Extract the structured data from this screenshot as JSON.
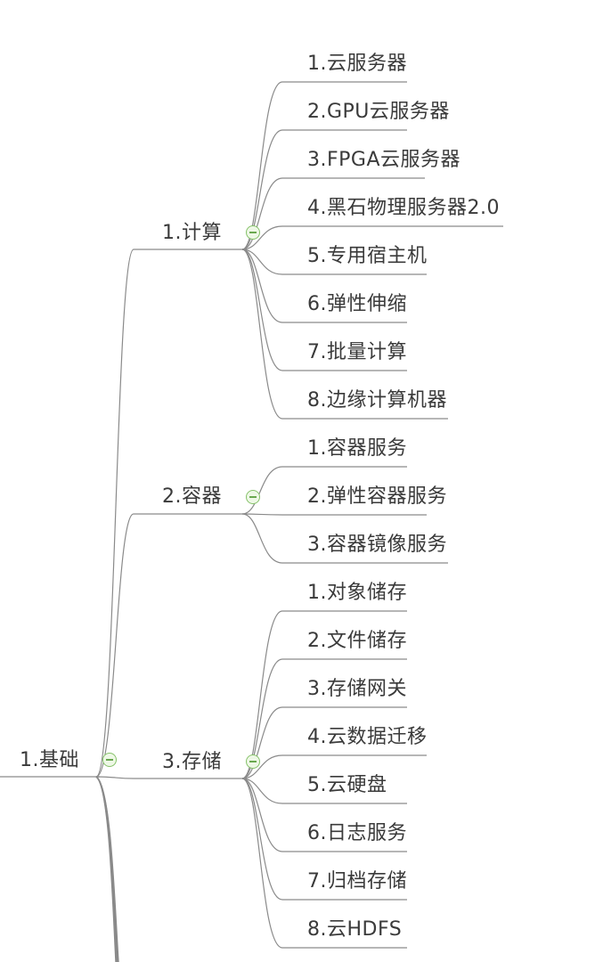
{
  "root": {
    "label": "1.基础"
  },
  "branches": [
    {
      "label": "1.计算",
      "items": [
        "1.云服务器",
        "2.GPU云服务器",
        "3.FPGA云服务器",
        "4.黑石物理服务器2.0",
        "5.专用宿主机",
        "6.弹性伸缩",
        "7.批量计算",
        "8.边缘计算机器"
      ]
    },
    {
      "label": "2.容器",
      "items": [
        "1.容器服务",
        "2.弹性容器服务",
        "3.容器镜像服务"
      ]
    },
    {
      "label": "3.存储",
      "items": [
        "1.对象储存",
        "2.文件储存",
        "3.存储网关",
        "4.云数据迁移",
        "5.云硬盘",
        "6.日志服务",
        "7.归档存储",
        "8.云HDFS"
      ]
    }
  ],
  "colors": {
    "line": "#8a8a8a",
    "text": "#3a3a3a",
    "toggle_border": "#86c26a",
    "toggle_fill": "#eef8e6"
  }
}
